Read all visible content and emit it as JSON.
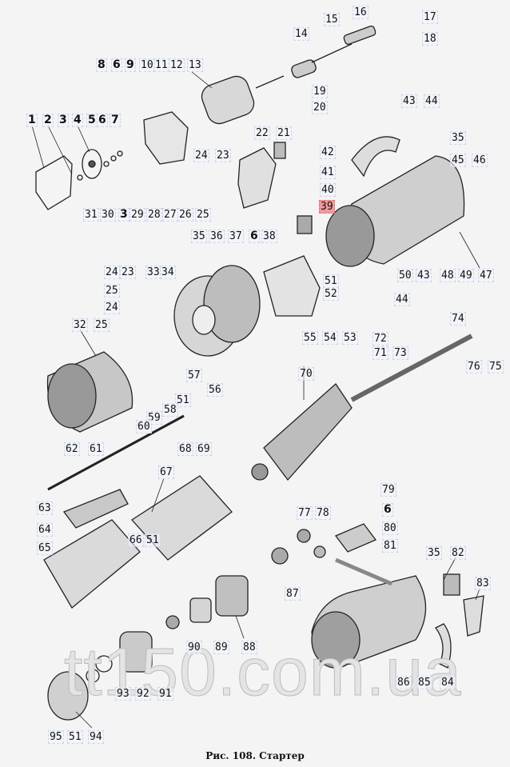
{
  "figure": {
    "caption": "Рис. 108. Стартер",
    "watermark": "tt150.com.ua",
    "highlight_color": "#f29a9a",
    "highlighted_label": "39"
  },
  "labels": [
    "1",
    "2",
    "3",
    "4",
    "5",
    "6",
    "7",
    "8",
    "6",
    "9",
    "10",
    "11",
    "12",
    "13",
    "14",
    "15",
    "16",
    "17",
    "18",
    "19",
    "20",
    "21",
    "22",
    "23",
    "24",
    "25",
    "26",
    "27",
    "28",
    "29",
    "3",
    "30",
    "31",
    "32",
    "33",
    "34",
    "35",
    "36",
    "37",
    "6",
    "38",
    "39",
    "40",
    "41",
    "42",
    "43",
    "44",
    "35",
    "45",
    "46",
    "47",
    "48",
    "49",
    "50",
    "43",
    "51",
    "52",
    "44",
    "55",
    "54",
    "53",
    "72",
    "71",
    "73",
    "74",
    "76",
    "75",
    "70",
    "24",
    "23",
    "25",
    "24",
    "25",
    "57",
    "56",
    "51",
    "58",
    "59",
    "60",
    "62",
    "61",
    "68",
    "69",
    "67",
    "63",
    "64",
    "65",
    "66",
    "51",
    "79",
    "6",
    "77",
    "78",
    "80",
    "81",
    "35",
    "82",
    "83",
    "87",
    "88",
    "89",
    "90",
    "86",
    "85",
    "84",
    "93",
    "92",
    "91",
    "95",
    "51",
    "94"
  ]
}
